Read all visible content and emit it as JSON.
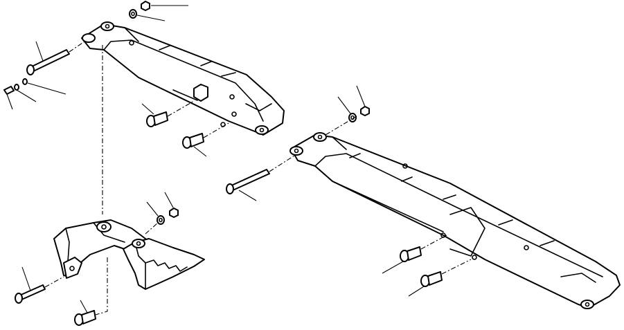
{
  "diagram": {
    "type": "exploded-parts-drawing",
    "text_labels": [],
    "assemblies": [
      {
        "id": "short-boom-arm",
        "parts": [
          "boom-arm",
          "pivot-pin",
          "lock-bolt",
          "washer",
          "nut",
          "mounting-bolts"
        ]
      },
      {
        "id": "long-boom-arm",
        "parts": [
          "boom-arm",
          "pivot-pin",
          "nut",
          "washer",
          "mounting-bolts"
        ]
      },
      {
        "id": "bucket-assembly",
        "parts": [
          "bucket-frame",
          "toothed-bucket",
          "pivot-pin",
          "mounting-bolt",
          "nut",
          "washer"
        ]
      }
    ]
  }
}
